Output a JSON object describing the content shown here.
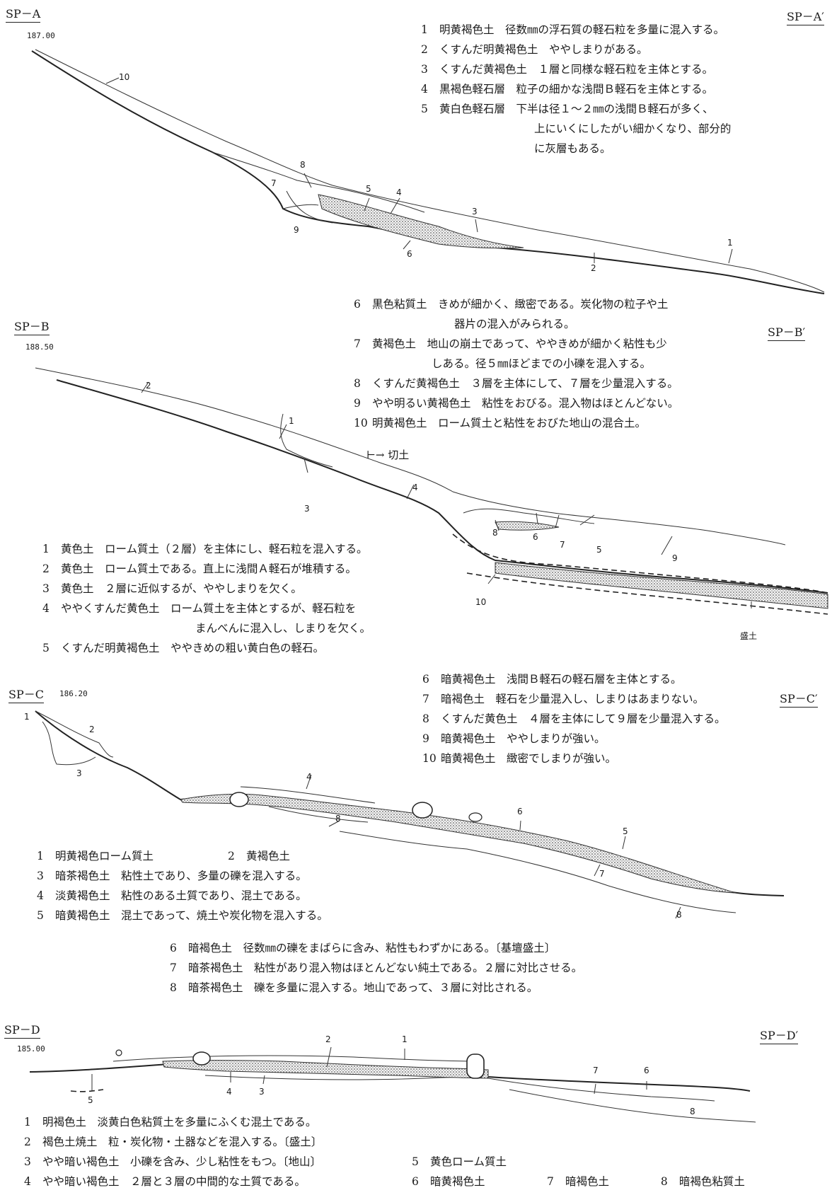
{
  "sections": {
    "a": {
      "label_left": "SP－A",
      "label_right": "SP－A′",
      "elevation": "187.00",
      "markers": [
        "10",
        "8",
        "7",
        "9",
        "5",
        "4",
        "3",
        "6",
        "2",
        "1"
      ],
      "legend": [
        {
          "num": "1",
          "text": "明黄褐色土　径数㎜の浮石質の軽石粒を多量に混入する。"
        },
        {
          "num": "2",
          "text": "くすんだ明黄褐色土　ややしまりがある。"
        },
        {
          "num": "3",
          "text": "くすんだ黄褐色土　１層と同様な軽石粒を主体とする。"
        },
        {
          "num": "4",
          "text": "黒褐色軽石層　粒子の細かな浅間Ｂ軽石を主体とする。"
        },
        {
          "num": "5",
          "text": "黄白色軽石層　下半は径１～２㎜の浅間Ｂ軽石が多く、"
        },
        {
          "num": "",
          "text": "上にいくにしたがい細かくなり、部分的"
        },
        {
          "num": "",
          "text": "に灰層もある。"
        },
        {
          "num": "6",
          "text": "黒色粘質土　きめが細かく、緻密である。炭化物の粒子や土"
        },
        {
          "num": "",
          "text": "器片の混入がみられる。"
        },
        {
          "num": "7",
          "text": "黄褐色土　地山の崩土であって、ややきめが細かく粘性も少"
        },
        {
          "num": "",
          "text": "しある。径５㎜ほどまでの小礫を混入する。"
        },
        {
          "num": "8",
          "text": "くすんだ黄褐色土　３層を主体にして、７層を少量混入する。"
        },
        {
          "num": "9",
          "text": "やや明るい黄褐色土　粘性をおびる。混入物はほとんどない。"
        },
        {
          "num": "10",
          "text": "明黄褐色土　ローム質土と粘性をおびた地山の混合土。"
        }
      ]
    },
    "b": {
      "label_left": "SP－B",
      "label_right": "SP－B′",
      "elevation": "188.50",
      "cut_label": "切土",
      "fill_label": "盛土",
      "markers": [
        "2",
        "1",
        "3",
        "4",
        "8",
        "6",
        "7",
        "5",
        "9",
        "10"
      ],
      "legend": [
        {
          "num": "1",
          "text": "黄色土　ローム質土（２層）を主体にし、軽石粒を混入する。"
        },
        {
          "num": "2",
          "text": "黄色土　ローム質土である。直上に浅間Ａ軽石が堆積する。"
        },
        {
          "num": "3",
          "text": "黄色土　２層に近似するが、ややしまりを欠く。"
        },
        {
          "num": "4",
          "text": "ややくすんだ黄色土　ローム質土を主体とするが、軽石粒を"
        },
        {
          "num": "",
          "text": "まんべんに混入し、しまりを欠く。"
        },
        {
          "num": "5",
          "text": "くすんだ明黄褐色土　ややきめの粗い黄白色の軽石。"
        },
        {
          "num": "6",
          "text": "暗黄褐色土　浅間Ｂ軽石の軽石層を主体とする。"
        },
        {
          "num": "7",
          "text": "暗褐色土　軽石を少量混入し、しまりはあまりない。"
        },
        {
          "num": "8",
          "text": "くすんだ黄色土　４層を主体にして９層を少量混入する。"
        },
        {
          "num": "9",
          "text": "暗黄褐色土　ややしまりが強い。"
        },
        {
          "num": "10",
          "text": "暗黄褐色土　緻密でしまりが強い。"
        }
      ]
    },
    "c": {
      "label_left": "SP－C",
      "label_right": "SP－C′",
      "elevation": "186.20",
      "markers": [
        "1",
        "2",
        "3",
        "4",
        "8",
        "6",
        "5",
        "7",
        "8"
      ],
      "legend": [
        {
          "num": "1",
          "text": "明黄褐色ローム質土"
        },
        {
          "num": "2",
          "text": "黄褐色土"
        },
        {
          "num": "3",
          "text": "暗茶褐色土　粘性土であり、多量の礫を混入する。"
        },
        {
          "num": "4",
          "text": "淡黄褐色土　粘性のある土質であり、混土である。"
        },
        {
          "num": "5",
          "text": "暗黄褐色土　混土であって、焼土や炭化物を混入する。"
        },
        {
          "num": "6",
          "text": "暗褐色土　径数㎜の礫をまばらに含み、粘性もわずかにある。〔基壇盛土〕"
        },
        {
          "num": "7",
          "text": "暗茶褐色土　粘性があり混入物はほとんどない純土である。２層に対比させる。"
        },
        {
          "num": "8",
          "text": "暗茶褐色土　礫を多量に混入する。地山であって、３層に対比される。"
        }
      ]
    },
    "d": {
      "label_left": "SP－D",
      "label_right": "SP－D′",
      "elevation": "185.00",
      "markers": [
        "2",
        "1",
        "4",
        "3",
        "5",
        "7",
        "6",
        "8"
      ],
      "legend": [
        {
          "num": "1",
          "text": "明褐色土　淡黄白色粘質土を多量にふくむ混土である。"
        },
        {
          "num": "2",
          "text": "褐色土焼土　粒・炭化物・土器などを混入する。〔盛土〕"
        },
        {
          "num": "3",
          "text": "やや暗い褐色土　小礫を含み、少し粘性をもつ。〔地山〕"
        },
        {
          "num": "4",
          "text": "やや暗い褐色土　２層と３層の中間的な土質である。"
        },
        {
          "num": "5",
          "text": "黄色ローム質土"
        },
        {
          "num": "6",
          "text": "暗黄褐色土"
        },
        {
          "num": "7",
          "text": "暗褐色土"
        },
        {
          "num": "8",
          "text": "暗褐色粘質土"
        }
      ]
    }
  }
}
